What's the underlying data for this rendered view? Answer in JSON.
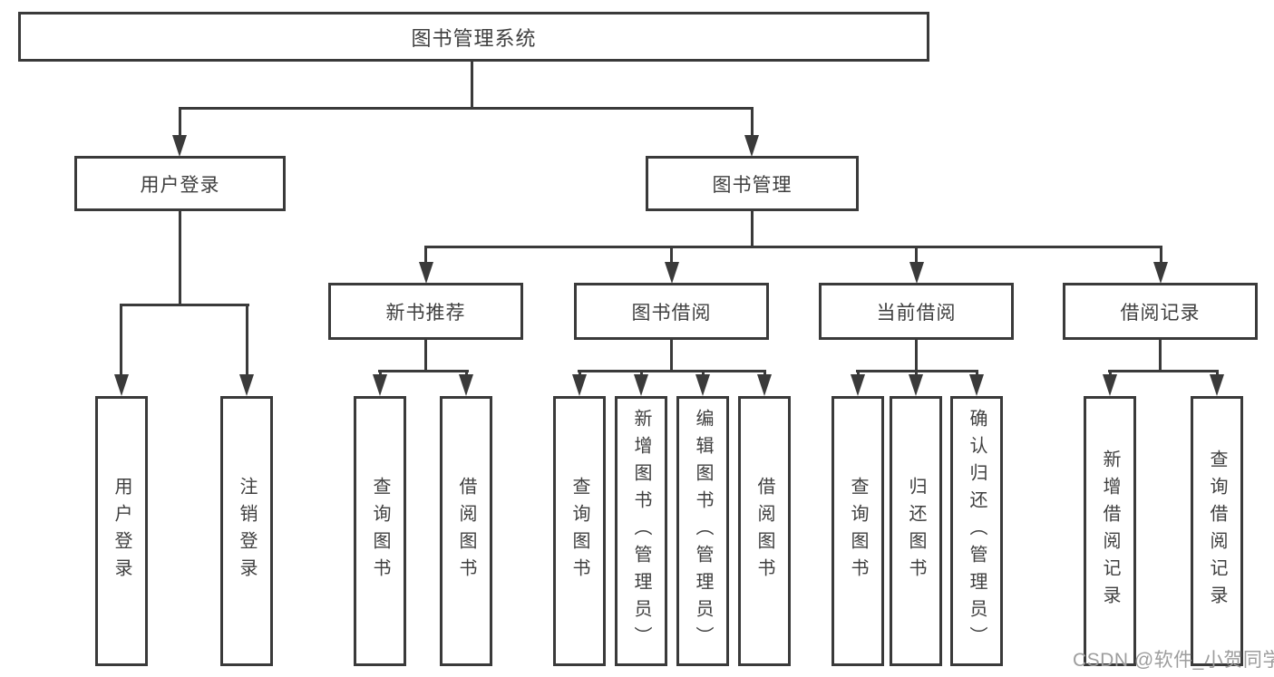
{
  "colors": {
    "line": "#3a3a3a",
    "box_border": "#3a3a3a",
    "text": "#3f3f3f",
    "watermark": "#9d9d9d",
    "background": "#ffffff"
  },
  "diagram": {
    "title": "图书管理系统",
    "level2": {
      "user_login": "用户登录",
      "book_management": "图书管理"
    },
    "level3": {
      "new_book_recommend": "新书推荐",
      "book_borrowing": "图书借阅",
      "current_borrowing": "当前借阅",
      "borrowing_records": "借阅记录"
    },
    "leaves": {
      "login": "用户登录",
      "logout": "注销登录",
      "rec_query_books": "查询图书",
      "rec_borrow_books": "借阅图书",
      "bor_query_books": "查询图书",
      "bor_add_books_admin": "新增图书（管理员）",
      "bor_edit_books_admin": "编辑图书（管理员）",
      "bor_borrow_books": "借阅图书",
      "cur_query_books": "查询图书",
      "cur_return_books": "归还图书",
      "cur_confirm_return_admin": "确认归还（管理员）",
      "rec_add_record": "新增借阅记录",
      "rec_query_record": "查询借阅记录"
    },
    "watermark": "CSDN @软件_小贺同学"
  }
}
